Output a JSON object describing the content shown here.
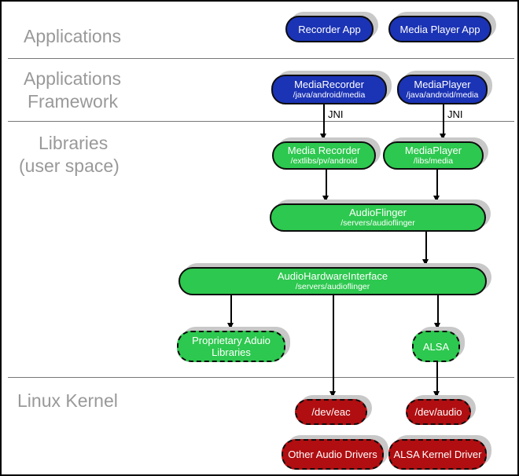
{
  "sections": {
    "applications": {
      "label": "Applications"
    },
    "framework": {
      "line1": "Applications",
      "line2": "Framework"
    },
    "libraries": {
      "line1": "Libraries",
      "line2": "(user space)"
    },
    "kernel": {
      "label": "Linux Kernel"
    }
  },
  "edge_labels": {
    "jni_left": "JNI",
    "jni_right": "JNI"
  },
  "nodes": {
    "recorder_app": {
      "title": "Recorder App"
    },
    "media_player_app": {
      "title": "Media Player App"
    },
    "media_recorder_fw": {
      "title": "MediaRecorder",
      "subtitle": "/java/android/media"
    },
    "media_player_fw": {
      "title": "MediaPlayer",
      "subtitle": "/java/android/media"
    },
    "media_recorder_lib": {
      "title": "Media Recorder",
      "subtitle": "/extlibs/pv/android"
    },
    "media_player_lib": {
      "title": "MediaPlayer",
      "subtitle": "/libs/media"
    },
    "audioflinger": {
      "title": "AudioFlinger",
      "subtitle": "/servers/audioflinger"
    },
    "audio_hardware_interface": {
      "title": "AudioHardwareInterface",
      "subtitle": "/servers/audioflinger"
    },
    "proprietary_audio_libraries": {
      "line1": "Proprietary Aduio",
      "line2": "Libraries"
    },
    "alsa": {
      "title": "ALSA"
    },
    "dev_eac": {
      "title": "/dev/eac"
    },
    "dev_audio": {
      "title": "/dev/audio"
    },
    "other_audio_drivers": {
      "title": "Other Audio Drivers"
    },
    "alsa_kernel_driver": {
      "title": "ALSA Kernel Driver"
    }
  },
  "colors": {
    "applications_blue": "#1b33b5",
    "libraries_green": "#2dc84f",
    "kernel_red": "#b00e11",
    "node_shadow": "#c8c8c8",
    "section_label_gray": "#999999",
    "divider_gray": "#777777"
  }
}
